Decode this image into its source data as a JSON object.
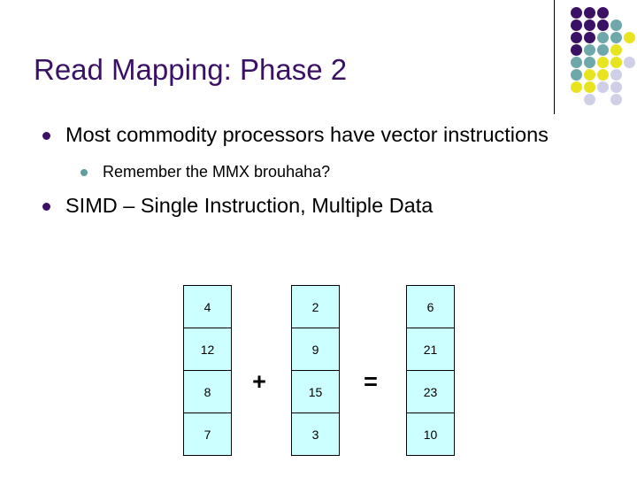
{
  "slide": {
    "title": "Read Mapping: Phase 2",
    "title_color": "#3B1166",
    "background_color": "#FFFFFF"
  },
  "bullets": [
    {
      "level": 1,
      "text": "Most commodity processors have vector instructions",
      "marker_color": "#3B1166"
    },
    {
      "level": 2,
      "text": "Remember the MMX brouhaha?",
      "marker_color": "#5E9DA0"
    },
    {
      "level": 1,
      "text": "SIMD – Single Instruction, Multiple Data",
      "marker_color": "#3B1166"
    }
  ],
  "vector_diagram": {
    "cell_fill": "#CCFFFF",
    "cell_border": "#000000",
    "operand_a": [
      "4",
      "12",
      "8",
      "7"
    ],
    "operator_1": "+",
    "operand_b": [
      "2",
      "9",
      "15",
      "3"
    ],
    "operator_2": "=",
    "result": [
      "6",
      "21",
      "23",
      "10"
    ]
  },
  "decor": {
    "divider_color": "#000000",
    "palette": {
      "purple": "#3B1166",
      "teal": "#6FA8AB",
      "yellow": "#E8E520",
      "lavender": "#CFCFE8"
    },
    "dot_grid": [
      [
        "purple",
        "purple",
        "purple",
        null,
        null
      ],
      [
        "purple",
        "purple",
        "purple",
        "teal",
        null
      ],
      [
        "purple",
        "purple",
        "teal",
        "teal",
        "yellow"
      ],
      [
        "purple",
        "teal",
        "teal",
        "yellow",
        null
      ],
      [
        "teal",
        "teal",
        "yellow",
        "yellow",
        "lavender"
      ],
      [
        "teal",
        "yellow",
        "yellow",
        "lavender",
        null
      ],
      [
        "yellow",
        "yellow",
        "lavender",
        "lavender",
        null
      ],
      [
        null,
        "lavender",
        null,
        "lavender",
        null
      ]
    ]
  }
}
